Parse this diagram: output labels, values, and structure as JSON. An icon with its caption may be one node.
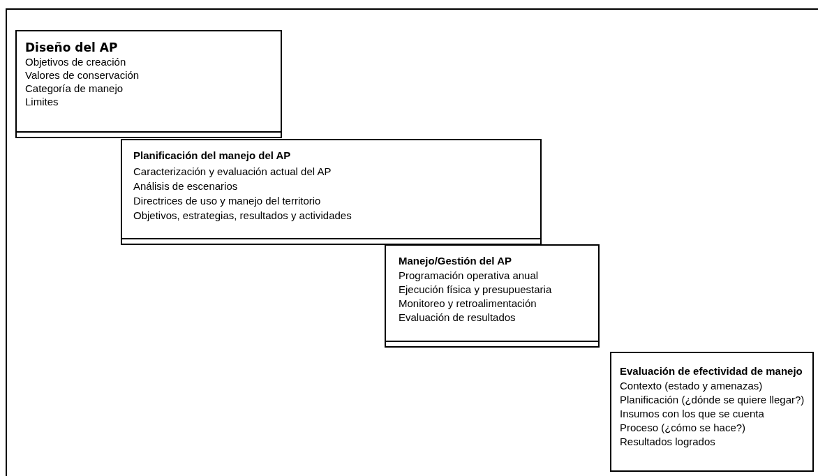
{
  "diagram": {
    "nodes": [
      {
        "text": [
          "Diseño del AP",
          "Objetivos de creación",
          "Valores de conservación",
          "Categoría de manejo",
          "Limites"
        ]
      },
      {
        "text": [
          "Planificación del manejo del AP",
          "Caracterización y evaluación actual del AP",
          "Análisis de escenarios",
          "Directrices de uso y manejo del territorio",
          "Objetivos, estrategias, resultados y actividades"
        ]
      },
      {
        "text": [
          "Manejo/Gestión del AP",
          "Programación operativa anual",
          "Ejecución física y presupuestaria",
          "Monitoreo y retroalimentación",
          "Evaluación de resultados"
        ]
      },
      {
        "text": [
          "Evaluación de efectividad de manejo",
          "Contexto (estado y amenazas)",
          "Planificación (¿dónde se quiere llegar?)",
          "Insumos con los que se cuenta",
          "Proceso (¿cómo se hace?)",
          "Resultados logrados"
        ]
      }
    ]
  }
}
